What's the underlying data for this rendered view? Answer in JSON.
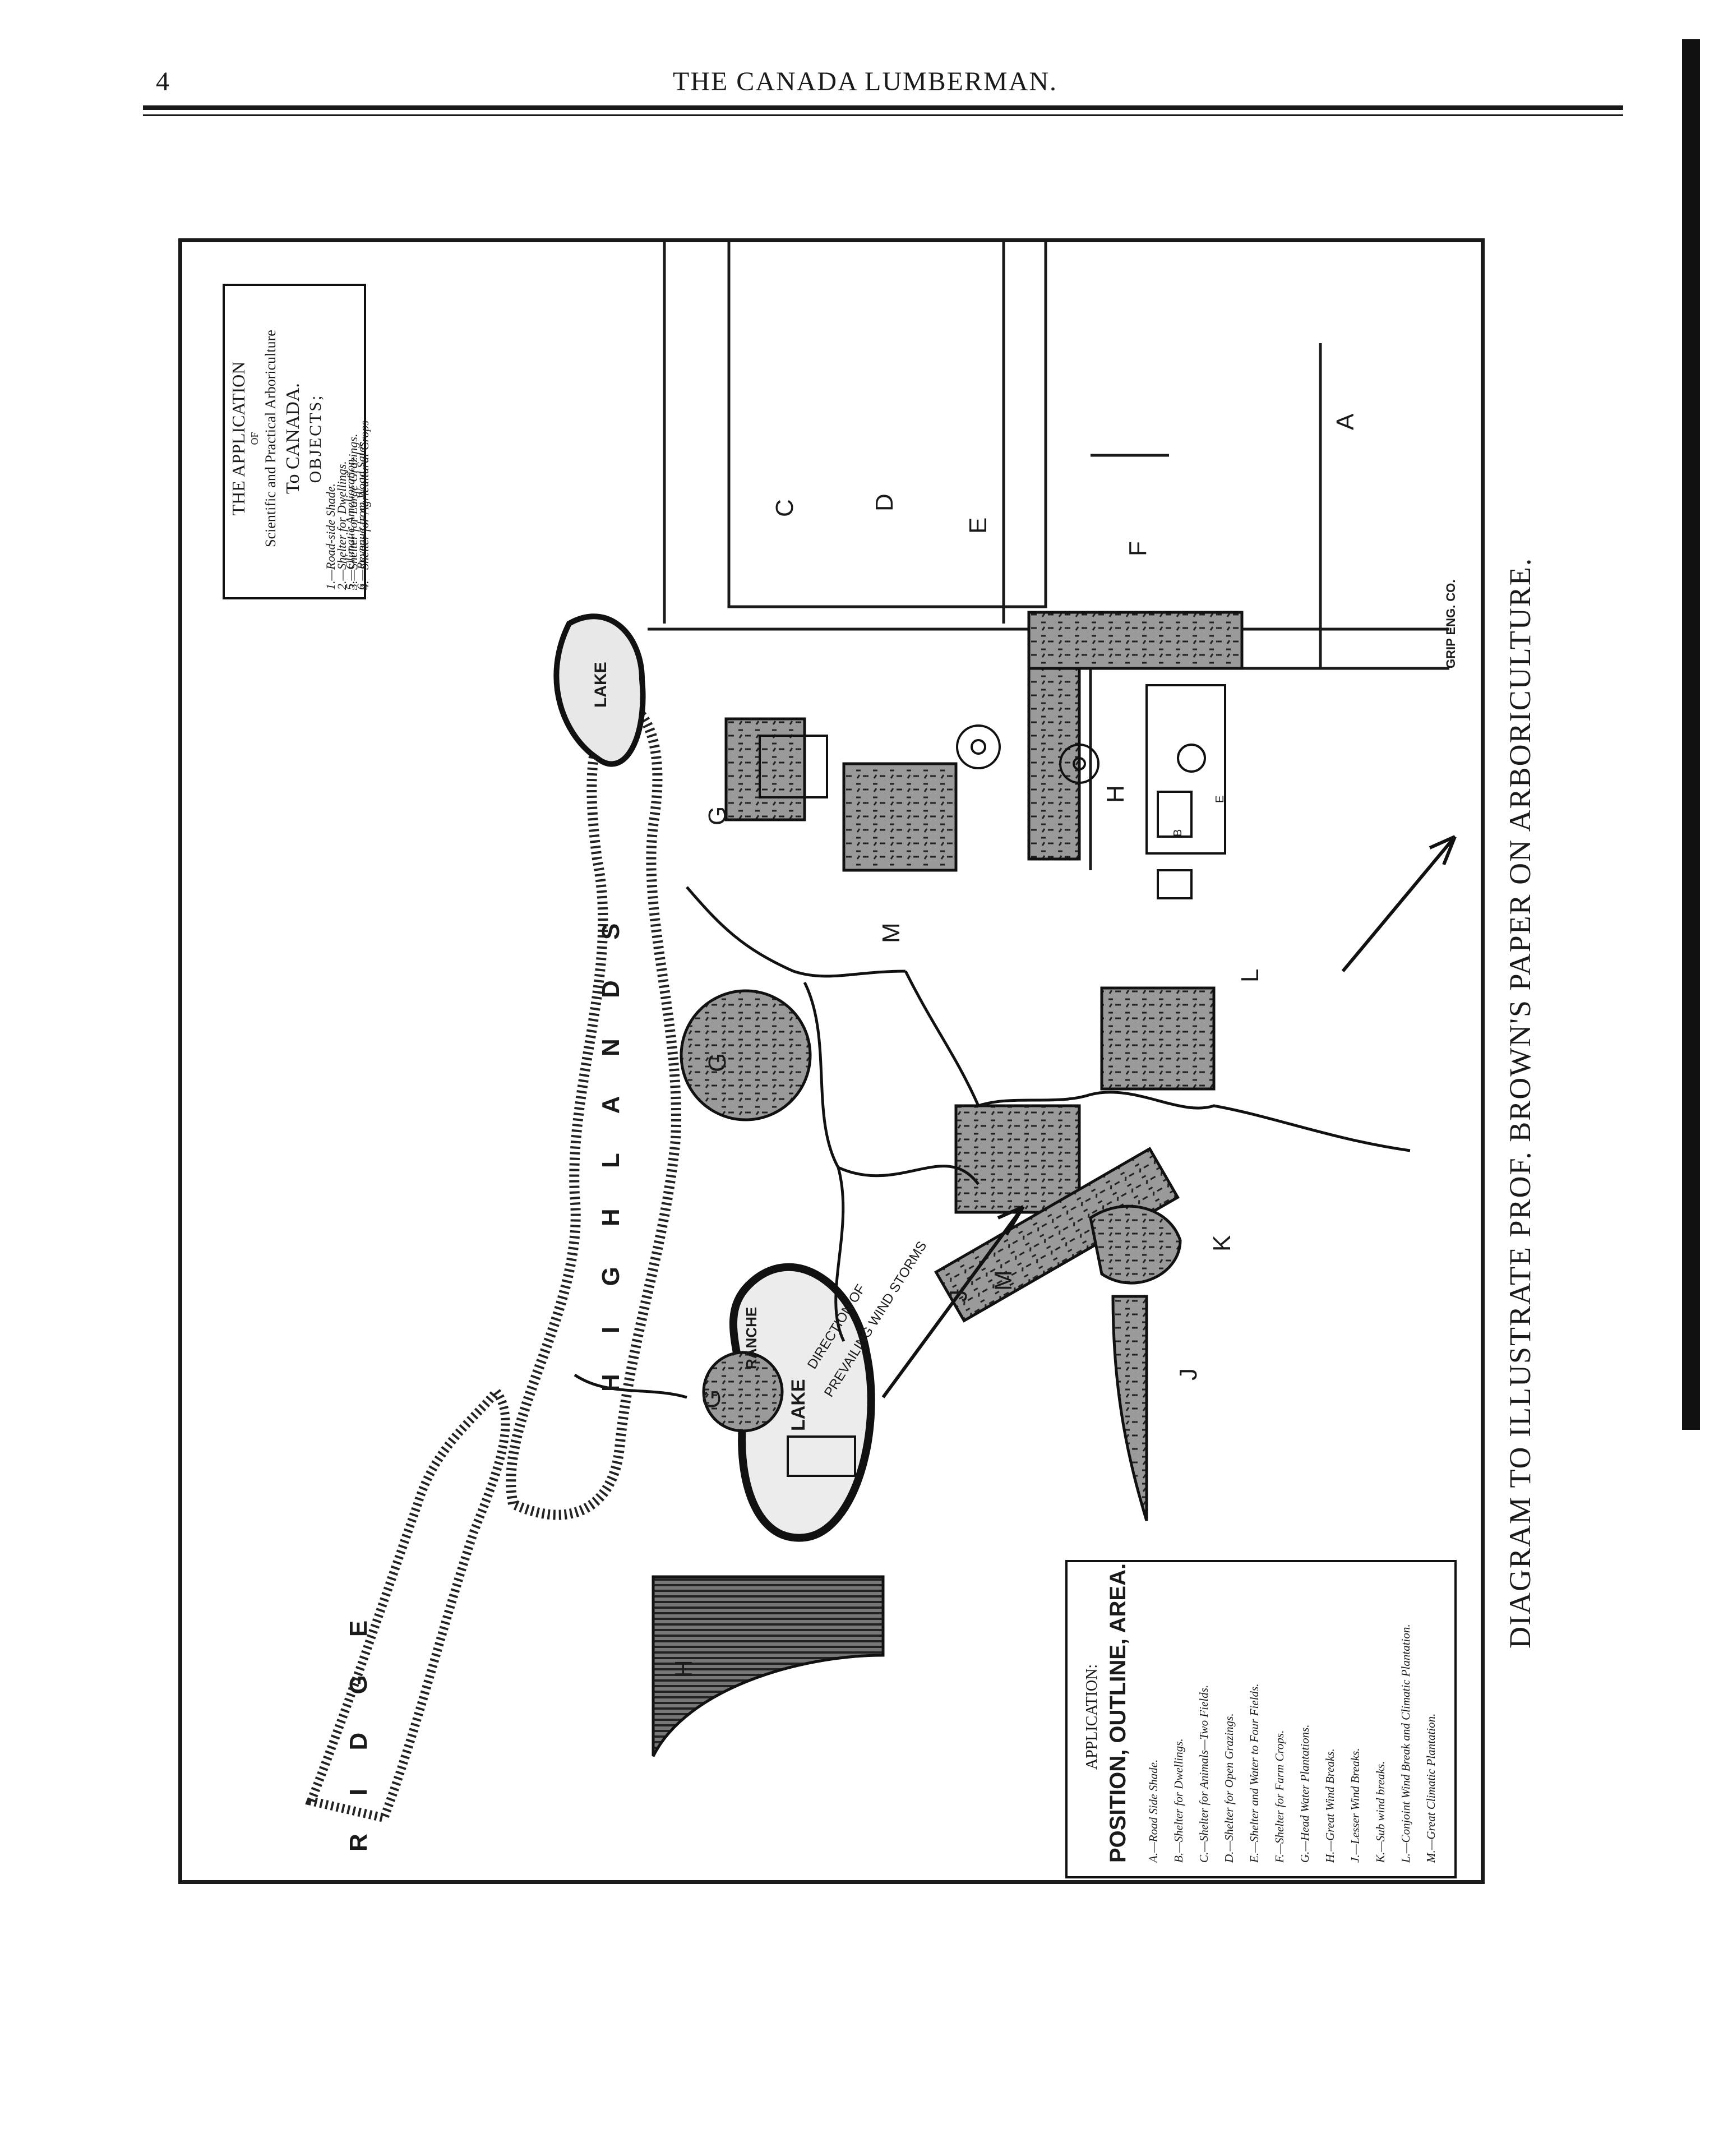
{
  "header": {
    "page_number": "4",
    "title": "THE CANADA LUMBERMAN."
  },
  "diagram": {
    "caption": "DIAGRAM TO ILLUSTRATE PROF. BROWN'S PAPER ON ARBORICULTURE.",
    "engraver": "GRIP ENG. CO.",
    "objects_box": {
      "line1": "THE APPLICATION",
      "line2": "OF",
      "line3": "Scientific and Practical Arboriculture",
      "line4": "To CANADA.",
      "heading": "OBJECTS;",
      "items": [
        "1.—Road-side Shade.",
        "2.—Shelter for Dwellings.",
        "3.—Shelter for Large Grazings.",
        "4.—Shelter for Agricultural Crops",
        "5.—Climatic Amelioration.",
        "6.—Revenue from Wood Sales."
      ]
    },
    "application_box": {
      "line1": "APPLICATION:",
      "line2": "POSITION, OUTLINE, AREA.",
      "items": [
        "A.—Road Side Shade.",
        "B.—Shelter for Dwellings.",
        "C.—Shelter for Animals—Two Fields.",
        "D.—Shelter for Open Grazings.",
        "E.—Shelter and Water to Four Fields.",
        "F.—Shelter for Farm Crops.",
        "G.—Head Water Plantations.",
        "H.—Great Wind Breaks.",
        "J.—Lesser Wind Breaks.",
        "K.—Sub wind breaks.",
        "L.—Conjoint Wind Break and Climatic Plantation.",
        "M.—Great Climatic Plantation."
      ]
    },
    "map_labels": {
      "highlands": "H I G H L A N D S",
      "ridge": "R I D G E",
      "lake_small": "LAKE",
      "lake_big": "LAKE",
      "ranche": "RANCHE",
      "wind_line1": "DIRECTION OF",
      "wind_line2": "PREVAILING WIND STORMS",
      "A": "A",
      "B": "B",
      "C": "C",
      "D": "D",
      "E": "E",
      "E_small": "E",
      "F": "F",
      "G1": "G",
      "G2": "G",
      "G3": "G",
      "H1": "H",
      "H2": "H",
      "J1": "J",
      "J2": "J",
      "K": "K",
      "L": "L",
      "M1": "M",
      "M2": "M"
    }
  }
}
